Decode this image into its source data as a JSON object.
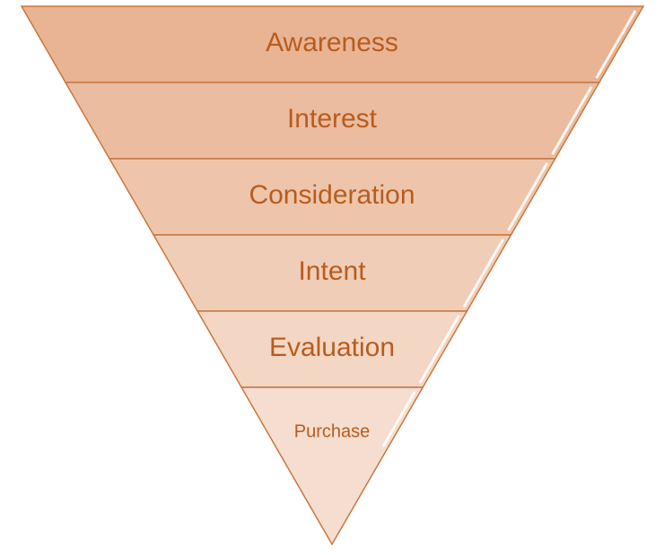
{
  "funnel": {
    "stages": [
      {
        "label": "Awareness"
      },
      {
        "label": "Interest"
      },
      {
        "label": "Consideration"
      },
      {
        "label": "Intent"
      },
      {
        "label": "Evaluation"
      },
      {
        "label": "Purchase"
      }
    ]
  },
  "colors": {
    "stroke": "#c9773f",
    "text": "#b85c1e",
    "fills": [
      "#e8b494",
      "#ebbc9f",
      "#eec5ab",
      "#f0cdb7",
      "#f3d6c3",
      "#f5decf"
    ],
    "highlight": "#ffffff"
  }
}
